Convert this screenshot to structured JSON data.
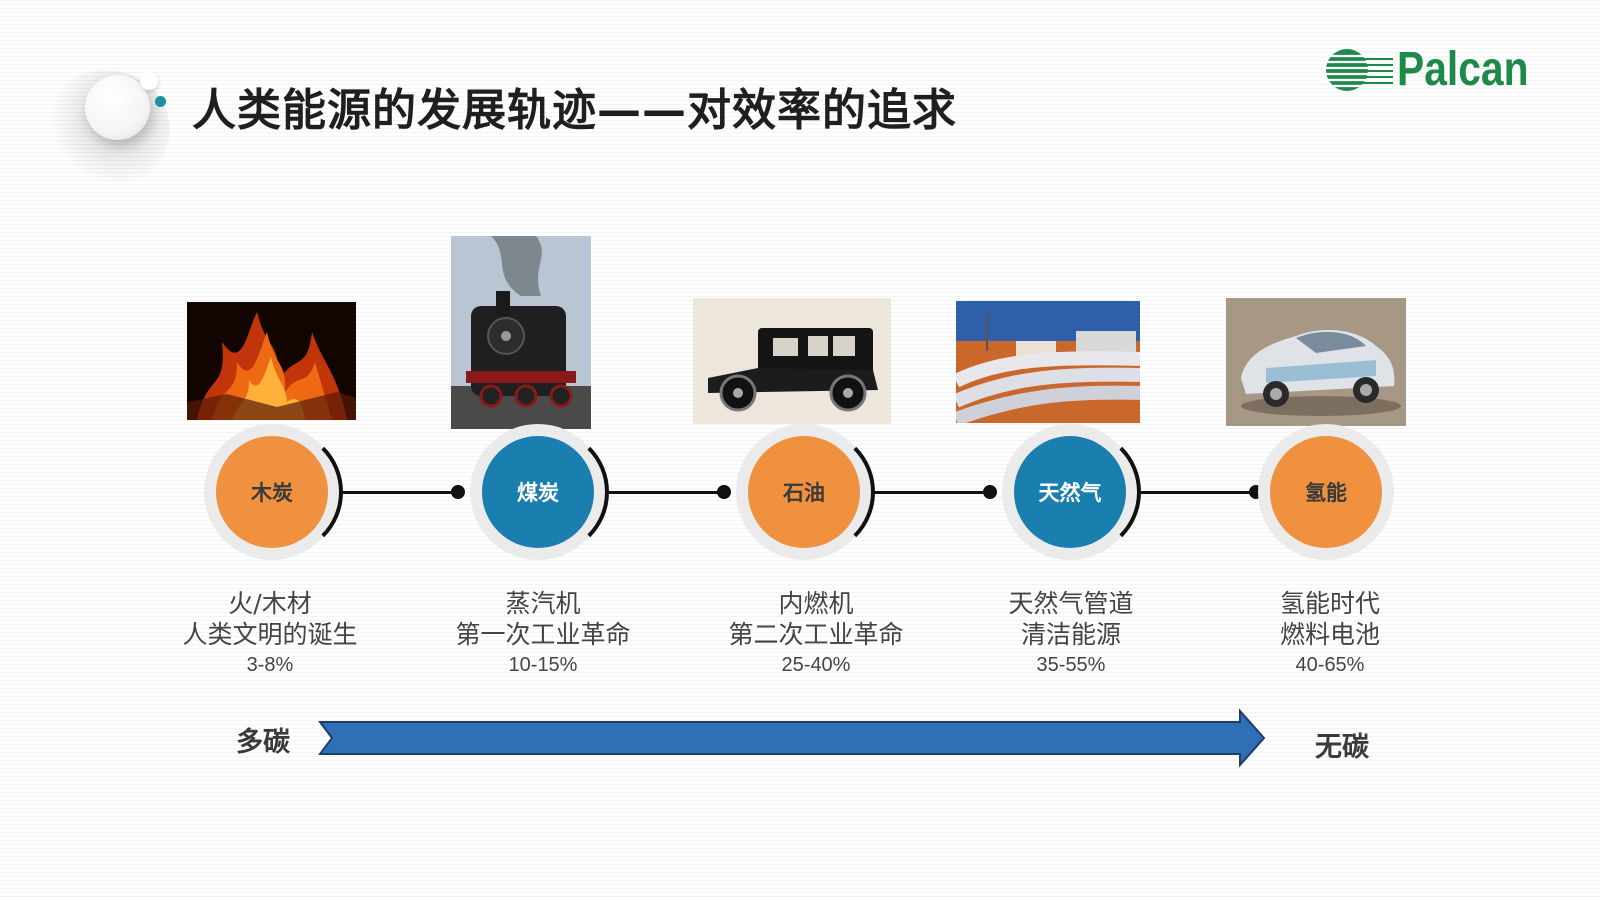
{
  "header": {
    "title": "人类能源的发展轨迹——对效率的追求",
    "logo_text": "Palcan"
  },
  "stages": [
    {
      "node_label": "木炭",
      "line1": "火/木材",
      "line2": "人类文明的诞生",
      "efficiency": "3-8%",
      "color": "#f09140",
      "photo": "fire"
    },
    {
      "node_label": "煤炭",
      "line1": "蒸汽机",
      "line2": "第一次工业革命",
      "efficiency": "10-15%",
      "color": "#1a7fae",
      "photo": "steam-locomotive"
    },
    {
      "node_label": "石油",
      "line1": "内燃机",
      "line2": "第二次工业革命",
      "efficiency": "25-40%",
      "color": "#f09140",
      "photo": "vintage-car"
    },
    {
      "node_label": "天然气",
      "line1": "天然气管道",
      "line2": "清洁能源",
      "efficiency": "35-55%",
      "color": "#1a7fae",
      "photo": "gas-pipeline"
    },
    {
      "node_label": "氢能",
      "line1": "氢能时代",
      "line2": "燃料电池",
      "efficiency": "40-65%",
      "color": "#f09140",
      "photo": "fuel-cell-car"
    }
  ],
  "arrow": {
    "start_label": "多碳",
    "end_label": "无碳",
    "color": "#2e6fb5"
  }
}
